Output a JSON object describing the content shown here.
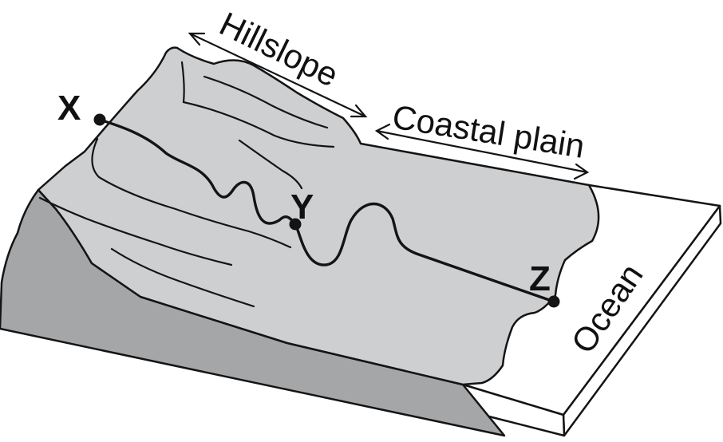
{
  "labels": {
    "hillslope": "Hillslope",
    "coastal_plain": "Coastal plain",
    "ocean": "Ocean"
  },
  "points": {
    "x": "X",
    "y": "Y",
    "z": "Z"
  },
  "colors": {
    "land_top": "#cdcfd1",
    "land_side": "#a4a6a8",
    "ocean": "#ffffff",
    "outline": "#141414"
  }
}
